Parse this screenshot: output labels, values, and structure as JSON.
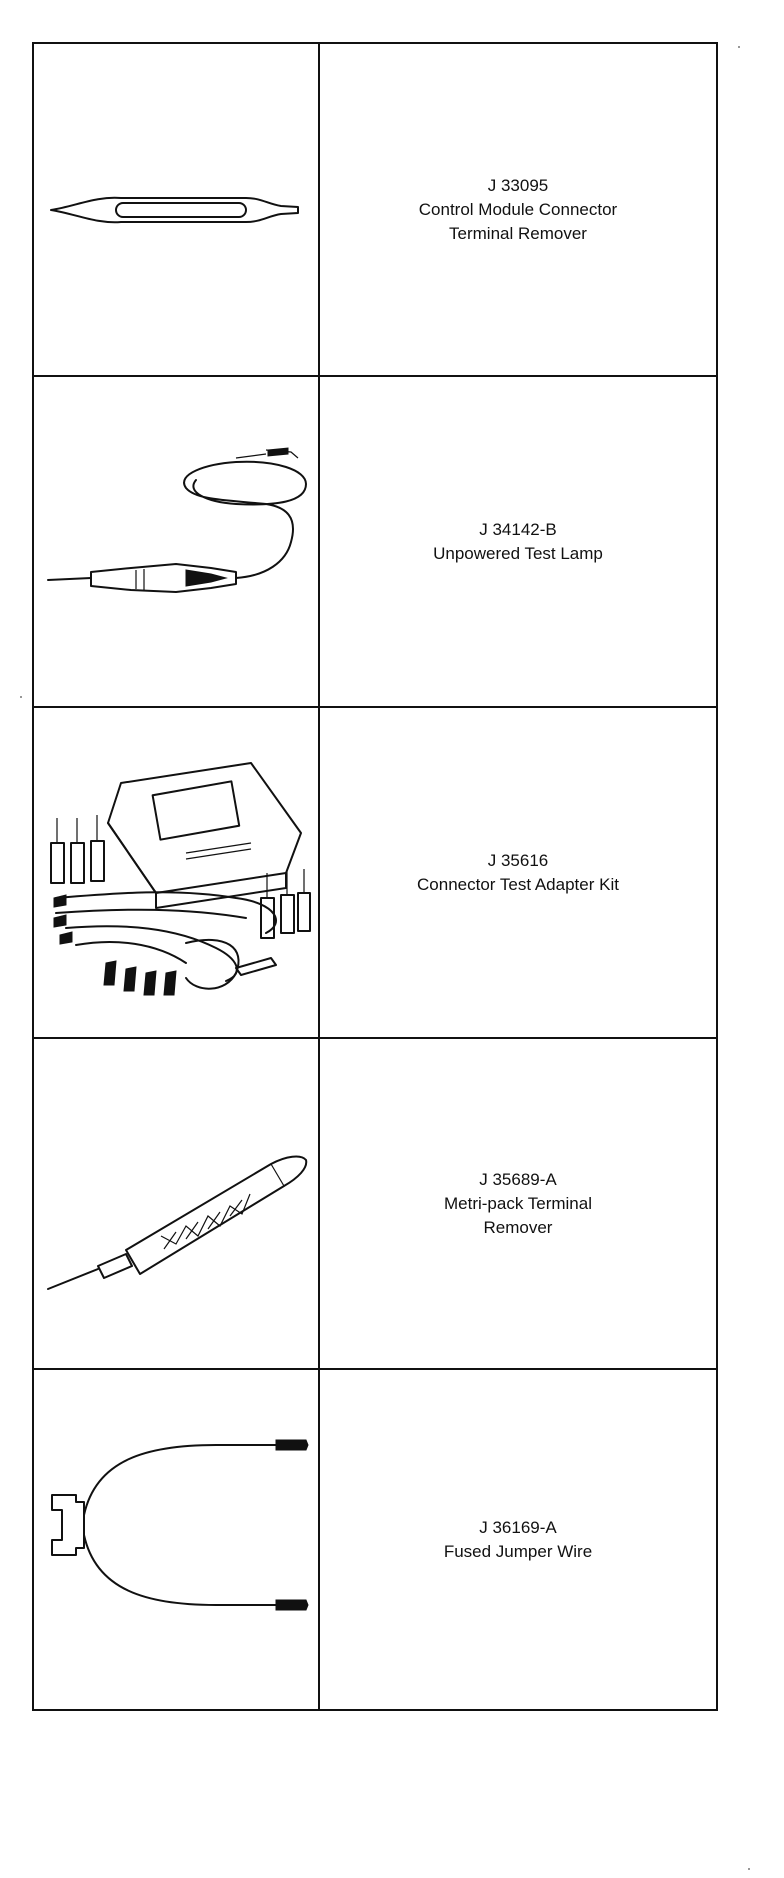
{
  "tools": [
    {
      "number": "J 33095",
      "description": "Control Module Connector\nTerminal Remover",
      "illustration": "terminal-remover-icon"
    },
    {
      "number": "J 34142-B",
      "description": "Unpowered Test Lamp",
      "illustration": "test-lamp-icon"
    },
    {
      "number": "J 35616",
      "description": "Connector Test Adapter Kit",
      "illustration": "adapter-kit-icon"
    },
    {
      "number": "J 35689-A",
      "description": "Metri-pack Terminal\nRemover",
      "illustration": "metri-pack-remover-icon"
    },
    {
      "number": "J 36169-A",
      "description": "Fused Jumper Wire",
      "illustration": "jumper-wire-icon"
    }
  ]
}
